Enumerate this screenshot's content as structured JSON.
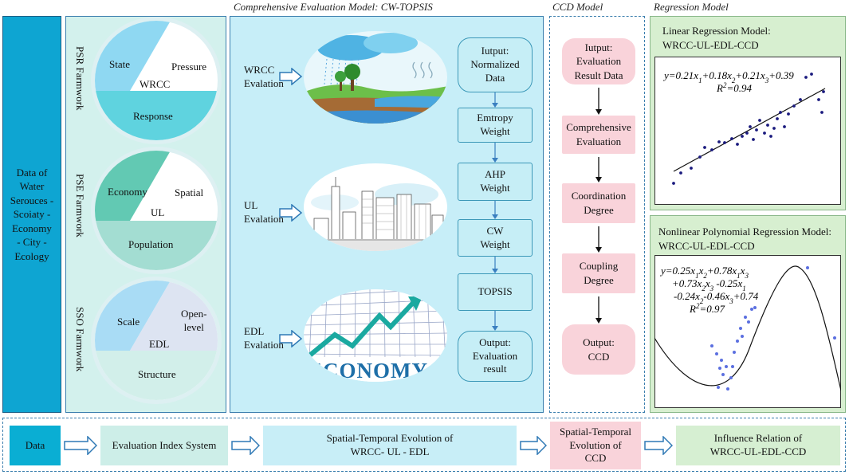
{
  "headers": {
    "cw": "Comprehensive Evaluation Model: CW-TOPSIS",
    "ccd": "CCD Model",
    "regression": "Regression Model"
  },
  "data_box": {
    "lines": [
      "Data of",
      "Water",
      "Serouces -",
      "Scoiaty -",
      "Economy",
      "- City -",
      "Ecology"
    ]
  },
  "frameworks": [
    {
      "label": "PSR Farmwork",
      "top_left": "State",
      "top_right": "Pressure",
      "center": "WRCC",
      "bottom": "Response"
    },
    {
      "label": "PSE Farmwork",
      "top_left": "Economy",
      "top_right": "Spatial",
      "center": "UL",
      "bottom": "Population"
    },
    {
      "label": "SSO Farmwork",
      "top_left": "Scale",
      "top_right": "Open-\nlevel",
      "center": "EDL",
      "bottom": "Structure"
    }
  ],
  "evaluations": [
    {
      "line1": "WRCC",
      "line2": "Evalation"
    },
    {
      "line1": "UL",
      "line2": "Evalation"
    },
    {
      "line1": "EDL",
      "line2": "Evalation"
    }
  ],
  "illustration_text": {
    "economy": "ECONOMY"
  },
  "cw_flow": [
    "Iutput:\nNormalized\nData",
    "Emtropy\nWeight",
    "AHP\nWeight",
    "CW\nWeight",
    "TOPSIS",
    "Output:\nEvaluation\nresult"
  ],
  "ccd_flow": [
    "Iutput:\nEvaluation\nResult Data",
    "Comprehensive\nEvaluation",
    "Coordination\nDegree",
    "Coupling\nDegree",
    "Output:\nCCD"
  ],
  "regression": {
    "linear": {
      "title_line1": "Linear Regression Model:",
      "title_line2": "WRCC-UL-EDL-CCD",
      "equation": "y=0.21x1+0.18x2+0.21x3+0.39",
      "r2": "R2=0.94"
    },
    "nonlinear": {
      "title_line1": "Nonlinear Polynomial Regression Model:",
      "title_line2": "WRCC-UL-EDL-CCD",
      "eq_line1": "y=0.25x1x2+0.78x1x3",
      "eq_line2": "+0.73x2x3 -0.25x1",
      "eq_line3": "-0.24x2-0.46x3+0.74",
      "r2": "R2=0.97"
    },
    "colors": {
      "linear_points": "#1a1a7e",
      "nonlinear_points": "#5b6fe0"
    }
  },
  "bottom_flow": [
    {
      "text": "Data",
      "color": "#0aaed3"
    },
    {
      "text": "Evaluation Index System",
      "color": "#cdeee8"
    },
    {
      "text": "Spatial-Temporal Evolution of\nWRCC- UL - EDL",
      "color": "#c8eef7"
    },
    {
      "text": "Spatial-Temporal\nEvolution of\nCCD",
      "color": "#f9d3da"
    },
    {
      "text": "Influence Relation of\nWRCC-UL-EDL-CCD",
      "color": "#d6efd2"
    }
  ]
}
